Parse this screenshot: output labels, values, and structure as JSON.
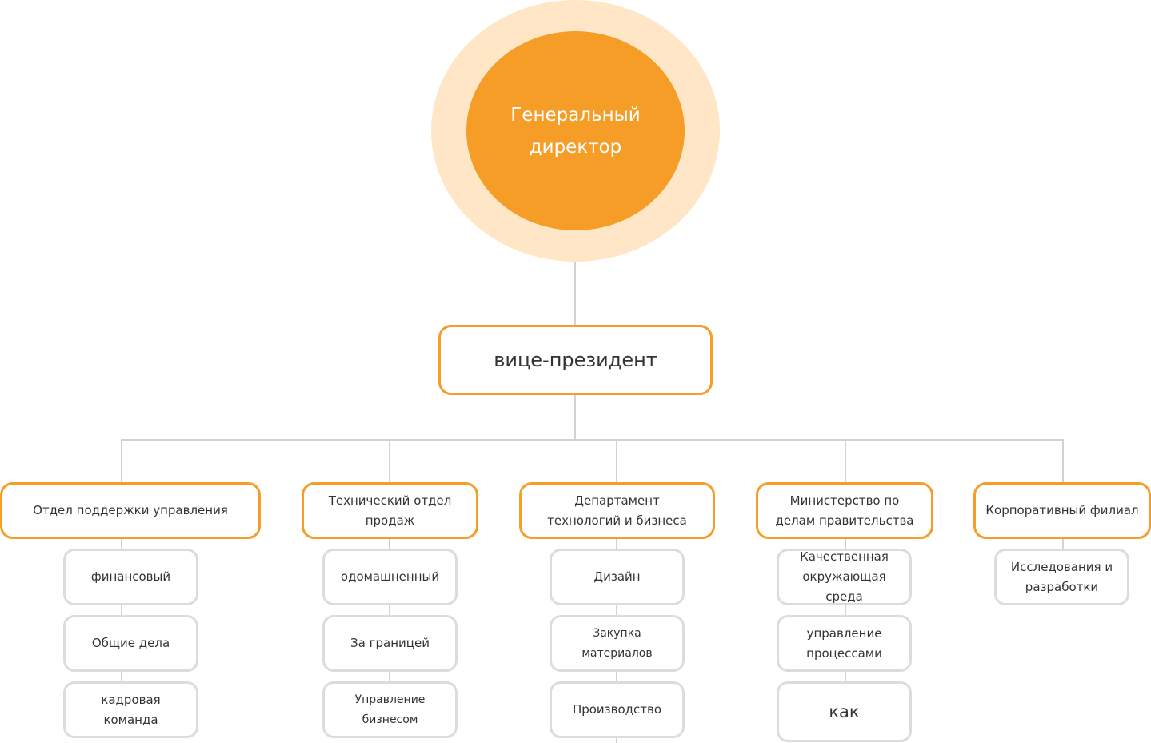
{
  "ceo": {
    "label": "Генеральный директор"
  },
  "vp": {
    "label": "вице-президент"
  },
  "departments": [
    {
      "label": "Отдел поддержки управления",
      "units": [
        "финансовый",
        "Общие дела",
        "кадровая команда"
      ]
    },
    {
      "label": "Технический отдел продаж",
      "units": [
        "одомашненный",
        "За границей",
        "Управление бизнесом"
      ]
    },
    {
      "label": "Департамент технологий и бизнеса",
      "units": [
        "Дизайн",
        "Закупка материалов",
        "Производство"
      ]
    },
    {
      "label": "Министерство по делам правительства",
      "units": [
        "Качественная окружающая среда",
        "управление процессами",
        "как"
      ]
    },
    {
      "label": "Корпоративный филиал",
      "units": [
        "Исследования и разработки"
      ]
    }
  ],
  "colors": {
    "accent": "#f59d26",
    "accent_light": "#ffe6c7",
    "box_border_gray": "#dcdcdc",
    "connector": "#d2d2d2"
  }
}
